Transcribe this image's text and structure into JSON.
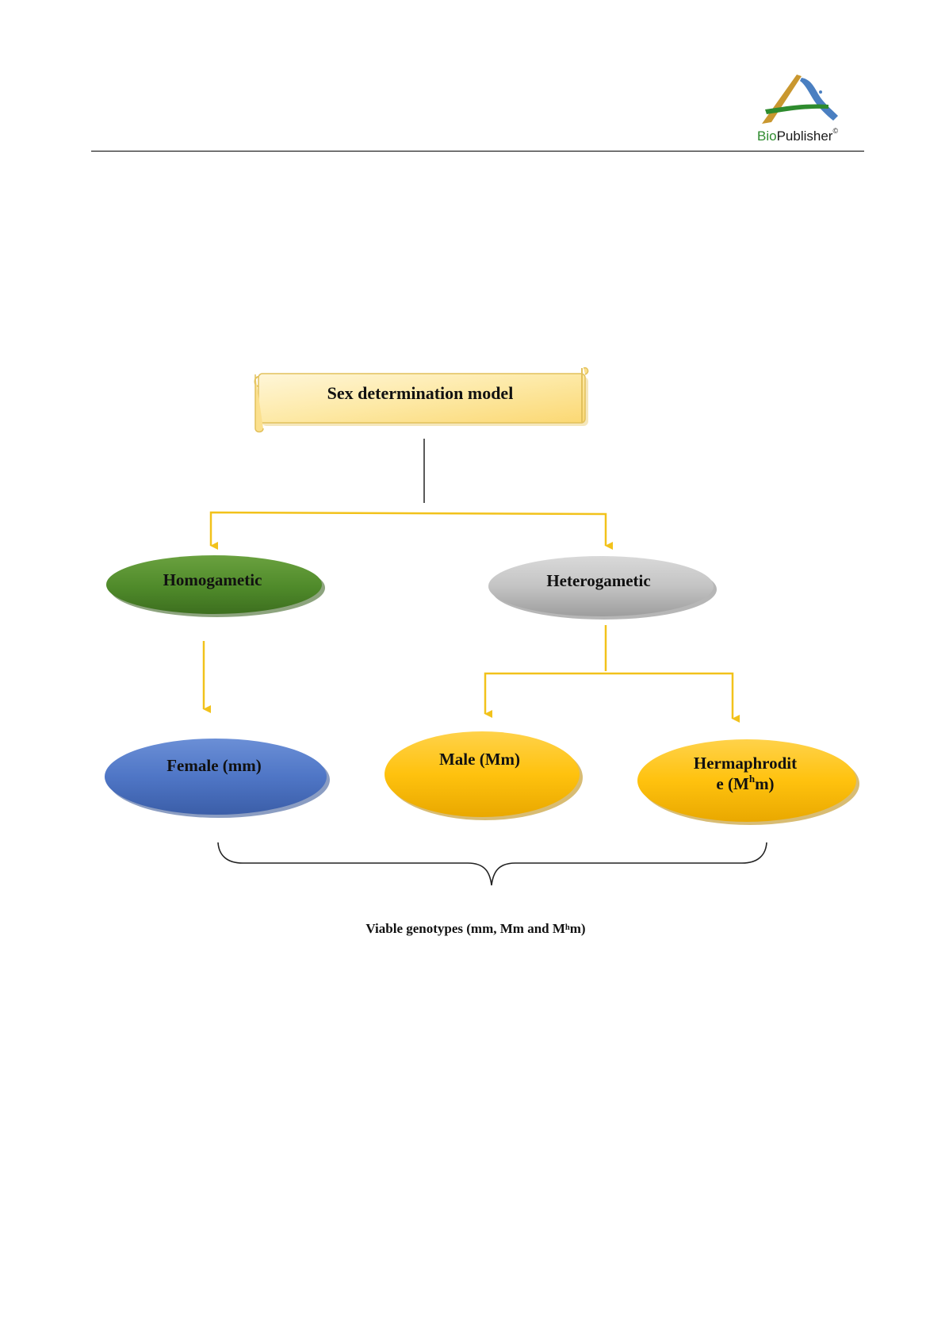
{
  "header": {
    "logo_text": "BioPublisher",
    "logo_text_part1": "Bio",
    "logo_text_part2": "Publisher",
    "logo_copyright": "©"
  },
  "diagram": {
    "title": "Sex determination model",
    "nodes": {
      "homogametic": "Homogametic",
      "heterogametic": "Heterogametic",
      "female": "Female (mm)",
      "male": "Male (Mm)",
      "hermaphrodite_line1": "Hermaphrodit",
      "hermaphrodite_line2_pre": "e (M",
      "hermaphrodite_sup": "h",
      "hermaphrodite_line2_post": "m)"
    },
    "caption_pre": "Viable genotypes (mm, Mm and M",
    "caption_sup": "h",
    "caption_post": "m)"
  },
  "colors": {
    "connector": "#f2c21b",
    "homogametic": "#4f8a2a",
    "heterogametic": "#b8b8b8",
    "female": "#4a72c4",
    "male": "#ffc000",
    "hermaphrodite": "#ffc000",
    "scroll": "#fde9a6",
    "logo_green": "#2e8b2e",
    "logo_gold": "#c9972f",
    "logo_blue": "#4a7fc1"
  }
}
